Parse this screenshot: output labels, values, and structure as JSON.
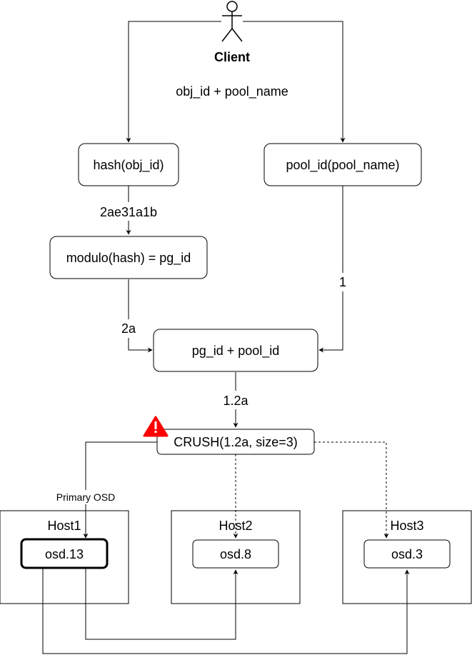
{
  "actor": {
    "label": "Client"
  },
  "input_label": "obj_id + pool_name",
  "nodes": {
    "hash": "hash(obj_id)",
    "pool_id": "pool_id(pool_name)",
    "modulo": "modulo(hash) = pg_id",
    "pg_pool": "pg_id + pool_id",
    "crush": "CRUSH(1.2a, size=3)"
  },
  "edges": {
    "hash_value": "2ae31a1b",
    "pg_id_value": "2a",
    "pool_id_value": "1",
    "pgid_full": "1.2a",
    "primary": "Primary OSD"
  },
  "hosts": [
    {
      "label": "Host1",
      "osd": "osd.13"
    },
    {
      "label": "Host2",
      "osd": "osd.8"
    },
    {
      "label": "Host3",
      "osd": "osd.3"
    }
  ],
  "icons": {
    "warning": "warning-icon"
  },
  "colors": {
    "warning": "#ff0000",
    "stroke": "#000000"
  }
}
